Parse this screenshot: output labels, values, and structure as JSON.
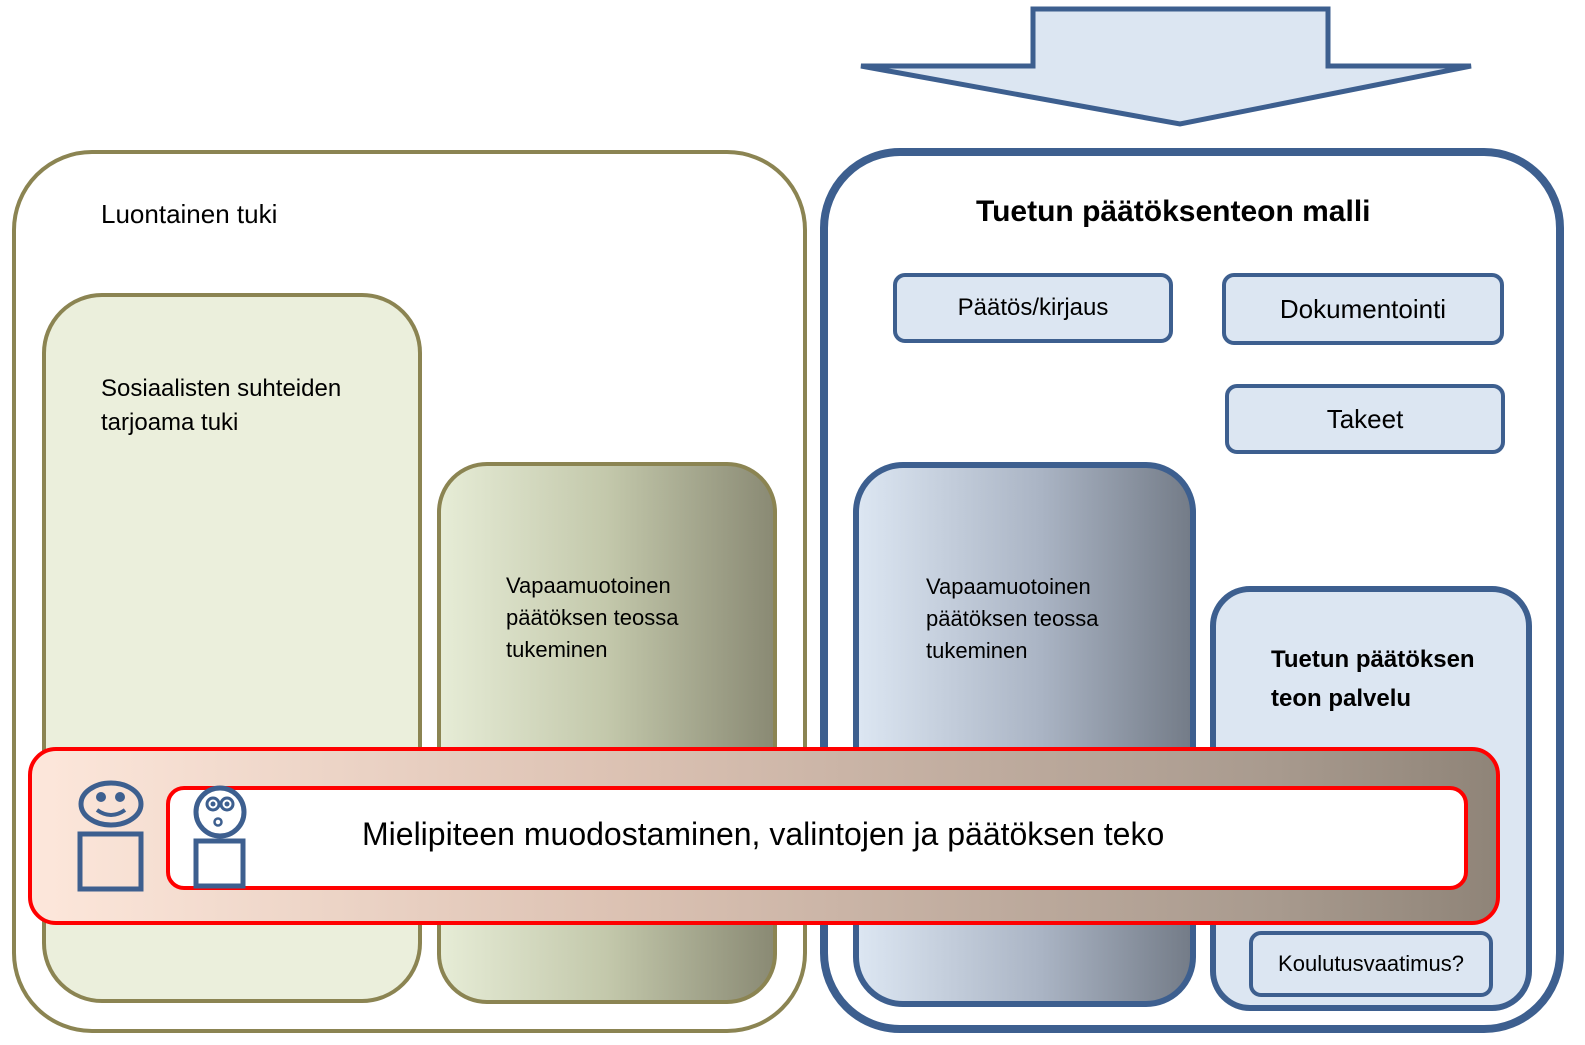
{
  "left": {
    "title": "Luontainen tuki",
    "social_support_line1": "Sosiaalisten suhteiden",
    "social_support_line2": "tarjoama tuki",
    "informal_line1": "Vapaamuotoinen",
    "informal_line2": "päätöksen teossa",
    "informal_line3": "tukeminen"
  },
  "right": {
    "title": "Tuetun päätöksenteon malli",
    "decision_box": "Päätös/kirjaus",
    "documentation_box": "Dokumentointi",
    "guarantees_box": "Takeet",
    "informal_line1": "Vapaamuotoinen",
    "informal_line2": "päätöksen teossa",
    "informal_line3": "tukeminen",
    "service_line1": "Tuetun päätöksen",
    "service_line2": "teon palvelu",
    "training_box": "Koulutusvaatimus?"
  },
  "band": {
    "text": "Mielipiteen muodostaminen, valintojen ja päätöksen teko"
  },
  "colors": {
    "olive_border": "#8b8452",
    "blue_border": "#3d5f8f",
    "red_border": "#ff0000",
    "light_blue_fill": "#dce6f2",
    "light_green_fill": "#ebefdc"
  },
  "icons": [
    "arrow-down-icon",
    "supporter-person-icon",
    "supported-person-icon"
  ]
}
